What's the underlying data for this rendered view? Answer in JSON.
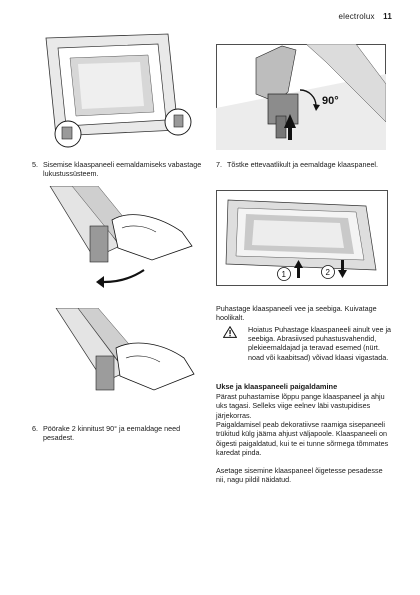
{
  "header": {
    "brand": "electrolux",
    "page_number": "11"
  },
  "figures": {
    "fig1": {
      "icon": "glass-panel-lower-corners-illustration"
    },
    "fig2": {
      "icon": "latch-rotate-90-illustration",
      "angle_label": "90°"
    },
    "fig3": {
      "icon": "hand-rotating-clamp-illustration"
    },
    "fig4": {
      "icon": "panel-lift-and-pull-illustration",
      "step1_label": "1",
      "step2_label": "2"
    },
    "fig5": {
      "icon": "hand-turning-clamp-illustration"
    }
  },
  "steps": [
    {
      "number": "5.",
      "text": "Sisemise klaaspaneeli eemaldamiseks vabastage lukustussüsteem."
    },
    {
      "number": "7.",
      "text": "Tõstke ettevaatlikult ja eemaldage klaaspaneel."
    },
    {
      "number": "6.",
      "text": "Pöörake 2 kinnitust 90° ja eemaldage need pesadest."
    }
  ],
  "cleaning_text": "Puhastage klaaspaneeli vee ja seebiga. Kuivatage hoolikalt.",
  "warning": {
    "icon": "warning-triangle-icon",
    "text": "Hoiatus Puhastage klaaspaneeli ainult vee ja seebiga. Abrasiivsed puhastusvahendid, plekieemaldajad ja teravad esemed (nürt. noad või kaabitsad) võivad klaasi vigastada."
  },
  "install": {
    "heading": "Ukse ja klaaspaneeli paigaldamine",
    "text1": "Pärast puhastamise lõppu pange klaaspaneel ja ahju uks tagasi. Selleks viige eelnev läbi vastupidises järjekorras.",
    "text2": "Paigaldamisel peab dekoratiivse raamiga sisepaneeli trükitud külg jääma ahjust väljapoole. Klaaspaneeli on õigesti paigaldatud, kui te ei tunne sõrmega tõmmates karedat pinda.",
    "text3": "Asetage sisemine klaaspaneel õigetesse pesadesse nii, nagu pildil näidatud."
  }
}
